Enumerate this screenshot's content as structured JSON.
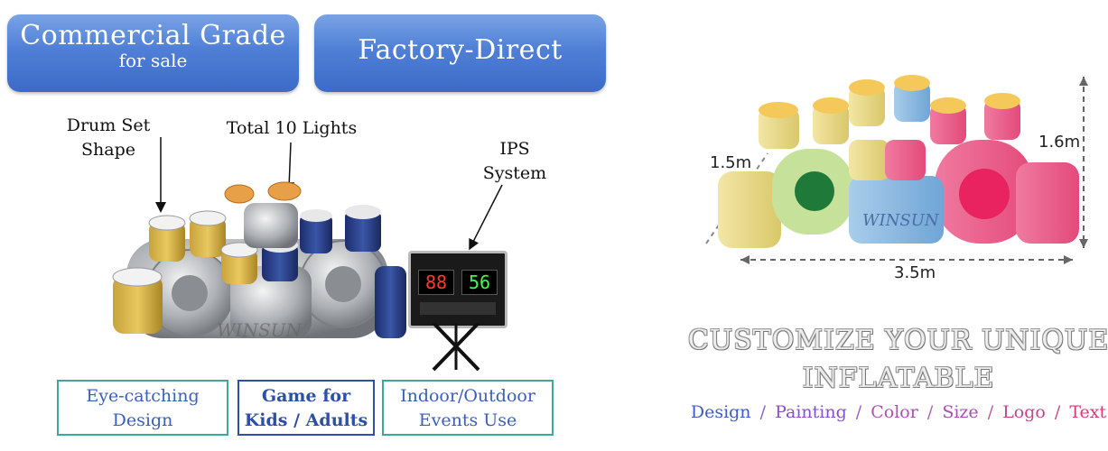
{
  "badges": {
    "left_main": "Commercial Grade",
    "left_sub": "for sale",
    "right": "Factory-Direct"
  },
  "callouts": {
    "drum_shape_line1": "Drum Set",
    "drum_shape_line2": "Shape",
    "lights": "Total 10 Lights",
    "ips_line1": "IPS",
    "ips_line2": "System"
  },
  "scoreboard": {
    "left_score": "88",
    "right_score": "56"
  },
  "brand_watermark": "WINSUN",
  "features": [
    {
      "line1": "Eye-catching",
      "line2": "Design",
      "border": "#3aa89b",
      "color": "#3a5fb8"
    },
    {
      "line1": "Game for",
      "line2": "Kids / Adults",
      "border": "#2d4fa8",
      "color": "#2d4fa8"
    },
    {
      "line1": "Indoor/Outdoor",
      "line2": "Events Use",
      "border": "#3aa89b",
      "color": "#3a5fb8"
    }
  ],
  "dimensions": {
    "depth": "1.5m",
    "height": "1.6m",
    "width": "3.5m"
  },
  "cta": {
    "line1": "CUSTOMIZE YOUR UNIQUE",
    "line2": "INFLATABLE"
  },
  "options": [
    {
      "label": "Design",
      "color": "#3d5cc4"
    },
    {
      "label": "Painting",
      "color": "#8a4fc7"
    },
    {
      "label": "Color",
      "color": "#b04fb3"
    },
    {
      "label": "Size",
      "color": "#a84fb0"
    },
    {
      "label": "Logo",
      "color": "#c0468f"
    },
    {
      "label": "Text",
      "color": "#cf3e78"
    }
  ],
  "separator": "/"
}
